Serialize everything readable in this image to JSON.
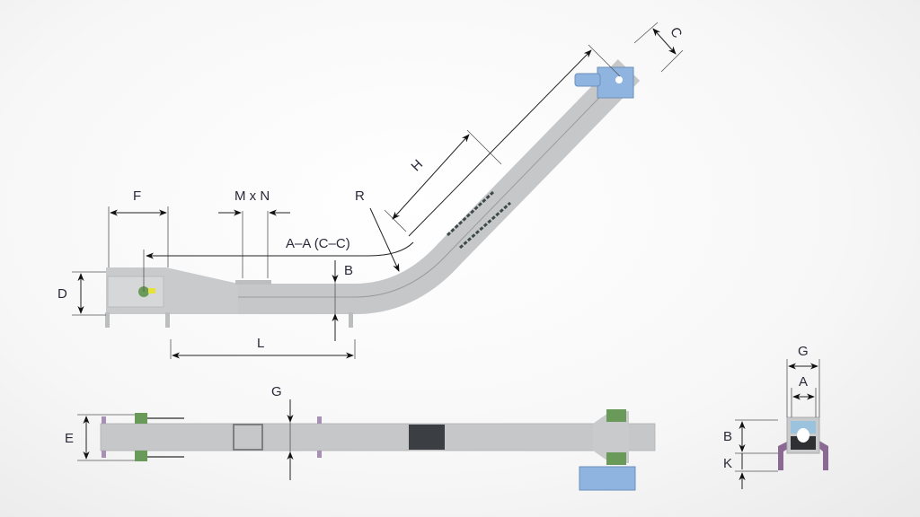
{
  "side_view": {
    "labels": {
      "F": "F",
      "MxN": "M x N",
      "R": "R",
      "H": "H",
      "C": "C",
      "section": "A–A (C–C)",
      "B": "B",
      "D": "D",
      "L": "L"
    }
  },
  "top_view": {
    "labels": {
      "G": "G",
      "E": "E"
    }
  },
  "cross_section": {
    "labels": {
      "G": "G",
      "A": "A",
      "B": "B",
      "K": "K"
    }
  },
  "colors": {
    "steel": "#c9cacc",
    "motor": "#8fb4e0",
    "drive_green": "#6a9a5a",
    "support_purple": "#8a6a93",
    "dimension": "#222222"
  }
}
